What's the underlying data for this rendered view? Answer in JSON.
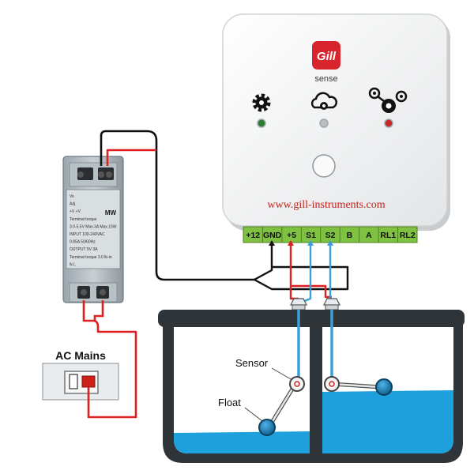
{
  "controller": {
    "brand_logo_text": "Gill",
    "brand_subtitle": "sense",
    "website": "www.gill-instruments.com",
    "terminals": [
      "+12",
      "GND",
      "+5",
      "S1",
      "S2",
      "B",
      "A",
      "RL1",
      "RL2"
    ],
    "icons": [
      "gear-icon",
      "cloud-gear-icon",
      "relay-icon"
    ],
    "led_colors": [
      "#2e7d32",
      "#bdbdbd",
      "#c62828"
    ]
  },
  "power_supply": {
    "brand": "MW",
    "label_lines": [
      "Vo",
      "Adj.",
      "+V  +V",
      "Terminal torque",
      "3.0-5.5V  Max.3A  Max.15W",
      "INPUT  100-240VAC",
      "0.85A  50/60Hz",
      "OUTPUT  5V  3A",
      "Terminal torque 3.0 lb-in",
      "N   L"
    ]
  },
  "ac_mains": {
    "title": "AC Mains"
  },
  "tank": {
    "sensor_label": "Sensor",
    "float_label": "Float"
  },
  "colors": {
    "wire_red": "#e02020",
    "wire_black": "#111111",
    "wire_blue": "#3aa0d8",
    "water": "#1ea0dc",
    "terminal_green": "#7fc241",
    "tank_frame": "#2f3438"
  }
}
